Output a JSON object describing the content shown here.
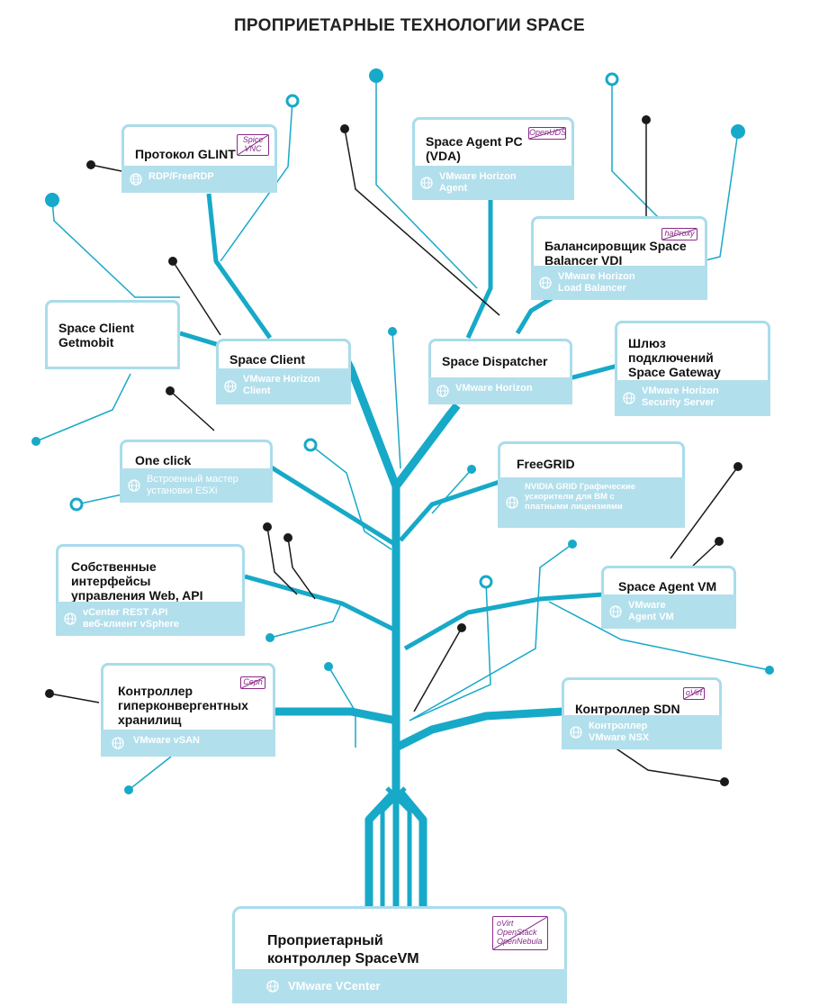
{
  "title": "ПРОПРИЕТАРНЫЕ ТЕХНОЛОГИИ SPACE",
  "colors": {
    "trunk": "#17a9c8",
    "card_border": "#a9dceb",
    "card_sub": "#b2dfec",
    "dot_dark": "#1a1a1a",
    "tag": "#8a2a8a"
  },
  "icons": {
    "sub": "globe-icon"
  },
  "cards": {
    "glint": {
      "title": "Протокол GLINT",
      "sub": "RDP/FreeRDP",
      "tag": [
        "Spice",
        "VNC"
      ]
    },
    "agent_pc": {
      "title": "Space Agent PC (VDA)",
      "sub": "VMware Horizon Agent",
      "tag": [
        "OpenUDS"
      ]
    },
    "balancer": {
      "title": "Балансировщик Space Balancer VDI",
      "sub": "VMware Horizon Load Balancer",
      "tag": [
        "haProxy"
      ]
    },
    "getmobit": {
      "title": "Space Client Getmobit"
    },
    "space_client": {
      "title": "Space Client",
      "sub": "VMware Horizon Client"
    },
    "dispatcher": {
      "title": "Space Dispatcher",
      "sub": "VMware Horizon"
    },
    "gateway": {
      "title": "Шлюз подключений Space Gateway",
      "sub": "VMware Horizon Security Server"
    },
    "one_click": {
      "title": "One click",
      "sub": "Встроенный мастер установки ESXi"
    },
    "freegrid": {
      "title": "FreeGRID",
      "sub": "NVIDIA GRID Графические ускорители для ВМ с платными лицензиями"
    },
    "web_api": {
      "title": "Собственные интерфейсы управления Web, API",
      "sub": "vCenter REST API веб-клиент vSphere"
    },
    "agent_vm": {
      "title": "Space Agent VM",
      "sub": "VMware Agent VM"
    },
    "storage": {
      "title": "Контроллер гиперконвергентных хранилищ",
      "sub": "VMware vSAN",
      "tag": [
        "Ceph"
      ]
    },
    "sdn": {
      "title": "Контроллер SDN",
      "sub": "Контроллер VMware NSX",
      "tag": [
        "oVirt"
      ]
    },
    "spacevm": {
      "title": "Проприетарный контроллер SpaceVM",
      "sub": "VMware VCenter",
      "tag": [
        "oVirt",
        "OpenStack",
        "OpenNebula"
      ]
    }
  }
}
